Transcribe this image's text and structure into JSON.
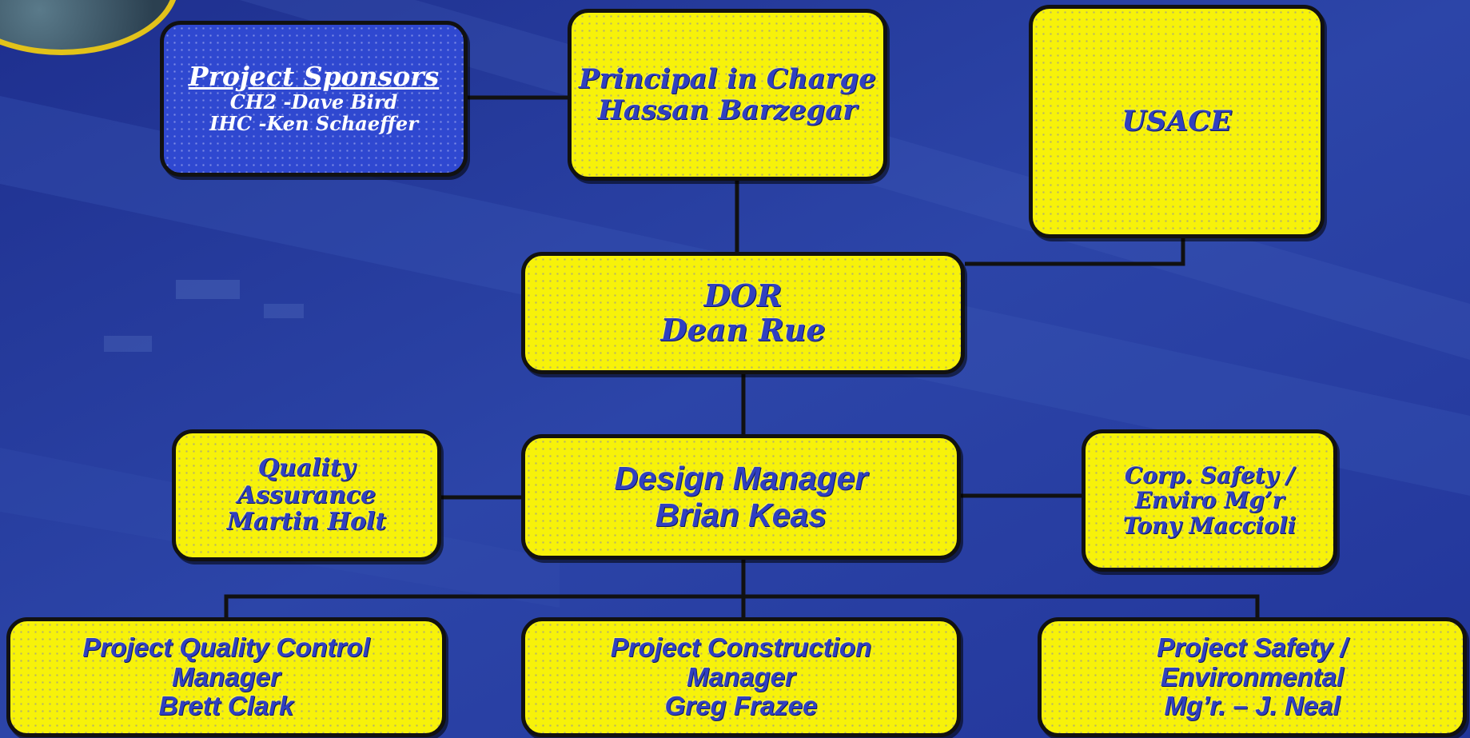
{
  "chart": {
    "sponsors": {
      "title": "Project Sponsors",
      "line1": "CH2 -Dave Bird",
      "line2": "IHC -Ken Schaeffer"
    },
    "principal": {
      "line1": "Principal in Charge",
      "line2": "Hassan Barzegar"
    },
    "usace": {
      "line1": "USACE"
    },
    "dor": {
      "line1": "DOR",
      "line2": "Dean Rue"
    },
    "quality": {
      "line1": "Quality",
      "line2": "Assurance",
      "line3": "Martin Holt"
    },
    "design": {
      "line1": "Design Manager",
      "line2": "Brian Keas"
    },
    "corp_safety": {
      "line1": "Corp. Safety /",
      "line2": "Enviro Mg’r",
      "line3": "Tony Maccioli"
    },
    "pqc": {
      "line1": "Project Quality Control",
      "line2": "Manager",
      "line3": "Brett Clark"
    },
    "pcm": {
      "line1": "Project Construction",
      "line2": "Manager",
      "line3": "Greg Frazee"
    },
    "pse": {
      "line1": "Project Safety /",
      "line2": "Environmental",
      "line3": "Mg’r. – J. Neal"
    }
  },
  "colors": {
    "box_fill": "#f7f20a",
    "text": "#3040c0",
    "background": "#2438a0",
    "sponsor_fill": "#2f48d0"
  }
}
